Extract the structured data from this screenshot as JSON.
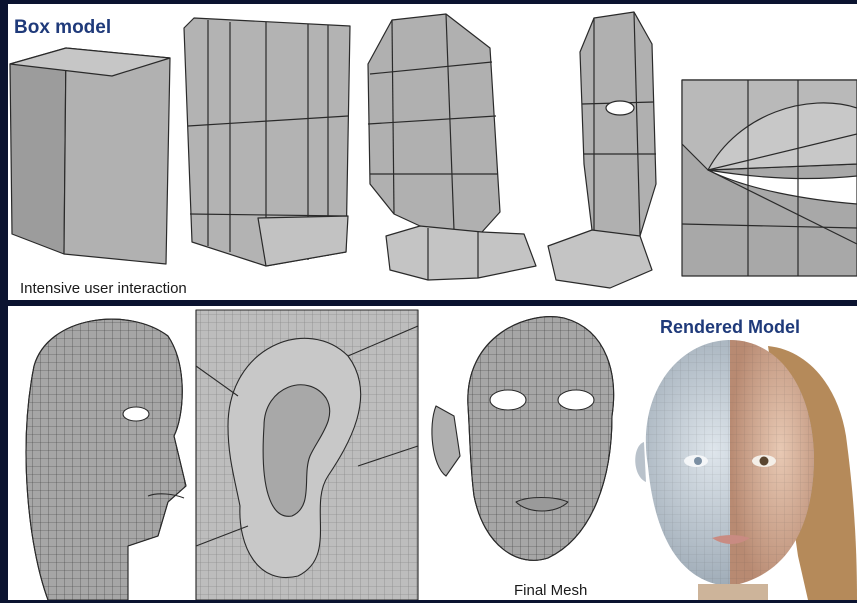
{
  "top_section": {
    "title": "Box model",
    "caption": "Intensive user interaction"
  },
  "bottom_section": {
    "final_caption": "Final Mesh",
    "rendered_title": "Rendered Model"
  },
  "colors": {
    "background": "#0b1330",
    "title_blue": "#1f3a7a",
    "mesh_fill": "#a9a9a9",
    "mesh_line": "#2a2a2a"
  }
}
